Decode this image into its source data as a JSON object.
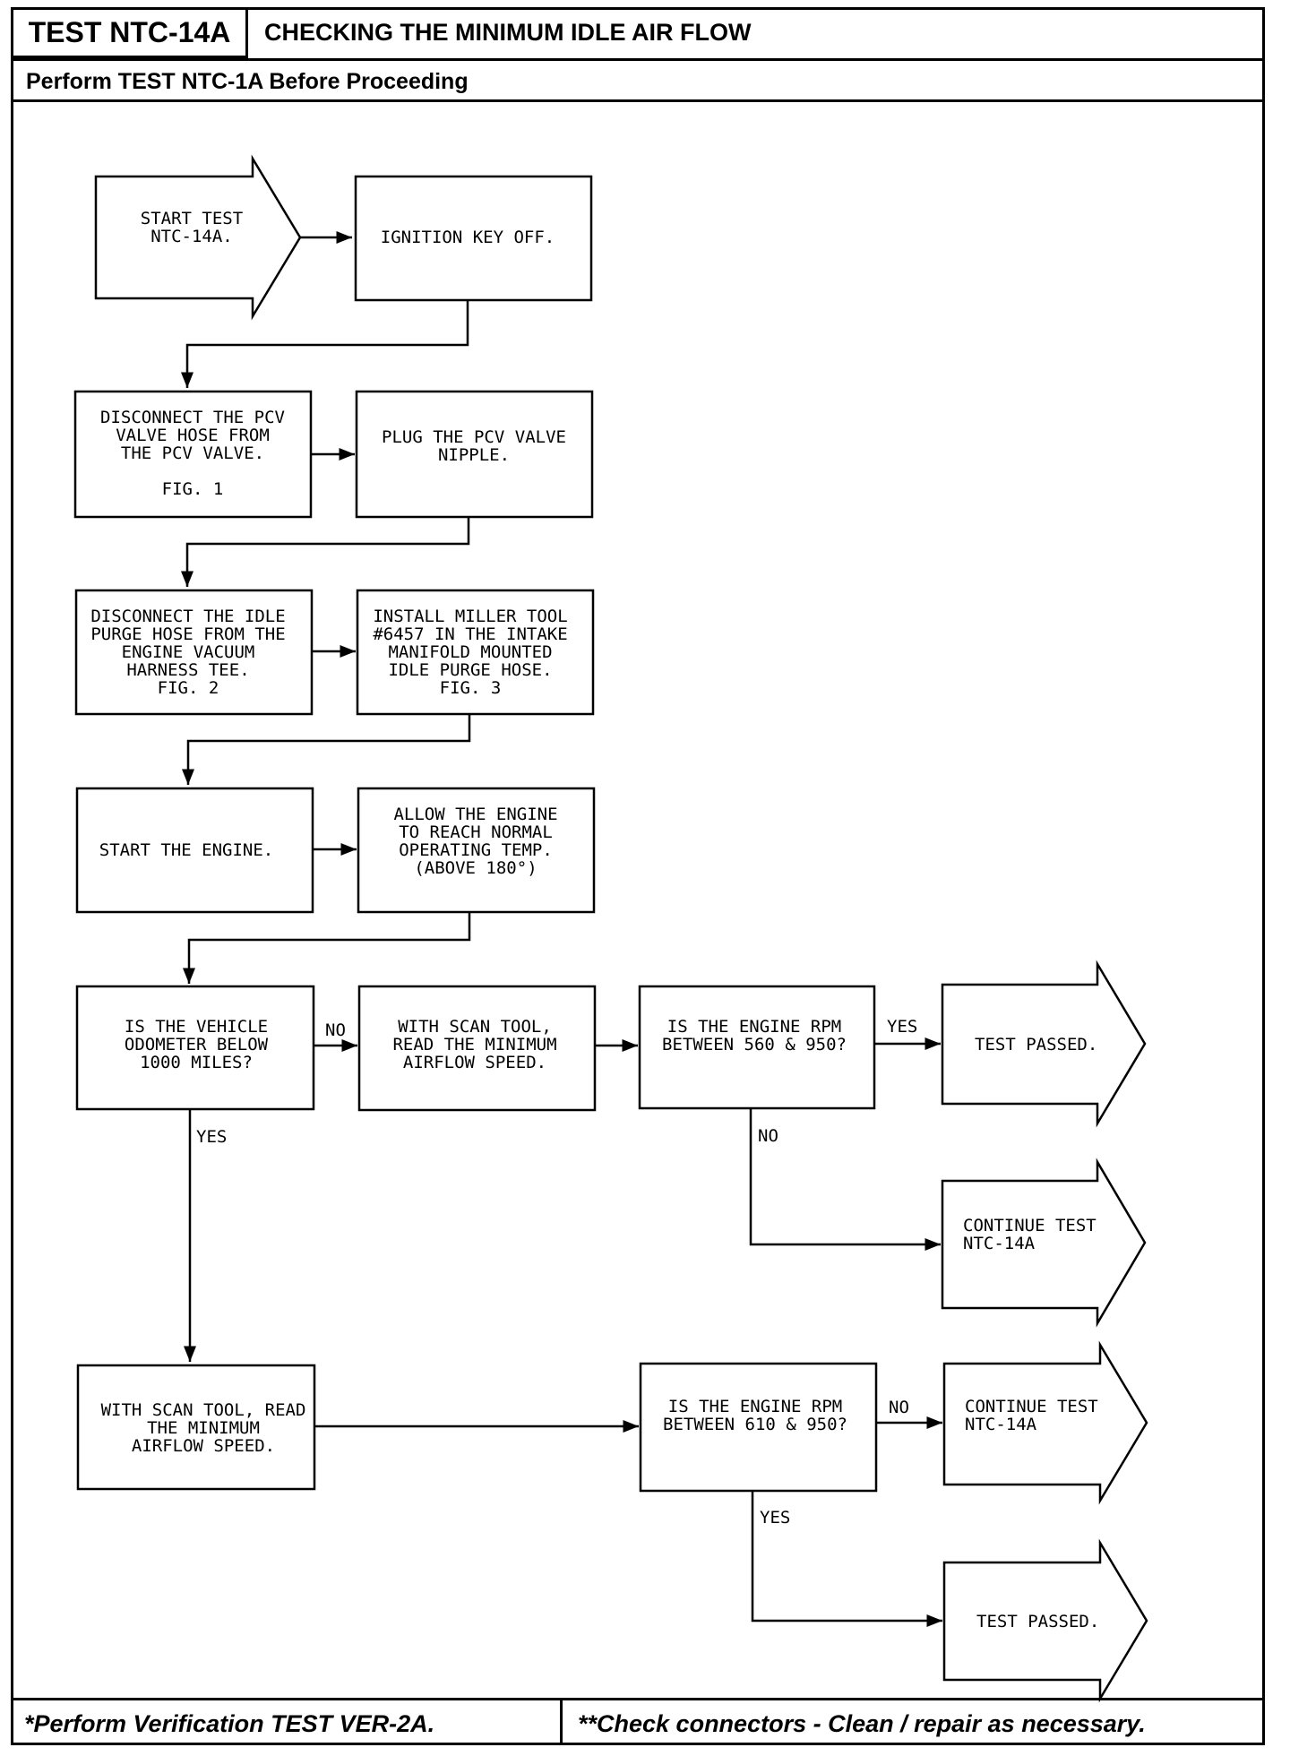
{
  "header": {
    "test_id": "TEST NTC-14A",
    "title": "CHECKING THE MINIMUM IDLE AIR FLOW",
    "subtitle": "Perform TEST NTC-1A Before Proceeding"
  },
  "footer": {
    "left_note": "*Perform Verification TEST VER-2A.",
    "right_note": "**Check connectors - Clean / repair as necessary."
  },
  "nodes": {
    "start": [
      "START TEST",
      "NTC-14A."
    ],
    "ignition": [
      "IGNITION KEY OFF."
    ],
    "disconnect_pcv": [
      "DISCONNECT THE PCV",
      "VALVE HOSE FROM",
      "THE PCV VALVE.",
      "",
      "FIG. 1"
    ],
    "plug_pcv": [
      "PLUG THE PCV VALVE",
      "NIPPLE."
    ],
    "disconnect_idle": [
      "DISCONNECT THE IDLE",
      "PURGE HOSE FROM THE",
      "ENGINE VACUUM",
      "HARNESS TEE.",
      "FIG. 2"
    ],
    "install_tool": [
      "INSTALL MILLER TOOL",
      "#6457 IN THE INTAKE",
      "MANIFOLD MOUNTED",
      "IDLE PURGE HOSE.",
      "FIG. 3"
    ],
    "start_engine": [
      "START THE ENGINE."
    ],
    "warm_engine": [
      "ALLOW THE ENGINE",
      "TO REACH NORMAL",
      "OPERATING TEMP.",
      "(ABOVE 180°)"
    ],
    "odometer": [
      "IS THE VEHICLE",
      "ODOMETER BELOW",
      "1000 MILES?"
    ],
    "scan1": [
      "WITH SCAN TOOL,",
      "READ THE MINIMUM",
      "AIRFLOW SPEED."
    ],
    "rpm1": [
      "IS THE ENGINE RPM",
      "BETWEEN 560 & 950?"
    ],
    "passed1": [
      "TEST PASSED."
    ],
    "continue1": [
      "CONTINUE TEST",
      "NTC-14A"
    ],
    "scan2": [
      "WITH SCAN TOOL, READ",
      "THE MINIMUM",
      "AIRFLOW SPEED."
    ],
    "rpm2": [
      "IS THE ENGINE RPM",
      "BETWEEN 610 & 950?"
    ],
    "continue2": [
      "CONTINUE TEST",
      "NTC-14A"
    ],
    "passed2": [
      "TEST PASSED."
    ]
  },
  "edge_labels": {
    "odometer_no": "NO",
    "odometer_yes": "YES",
    "rpm1_yes": "YES",
    "rpm1_no": "NO",
    "rpm2_no": "NO",
    "rpm2_yes": "YES"
  }
}
